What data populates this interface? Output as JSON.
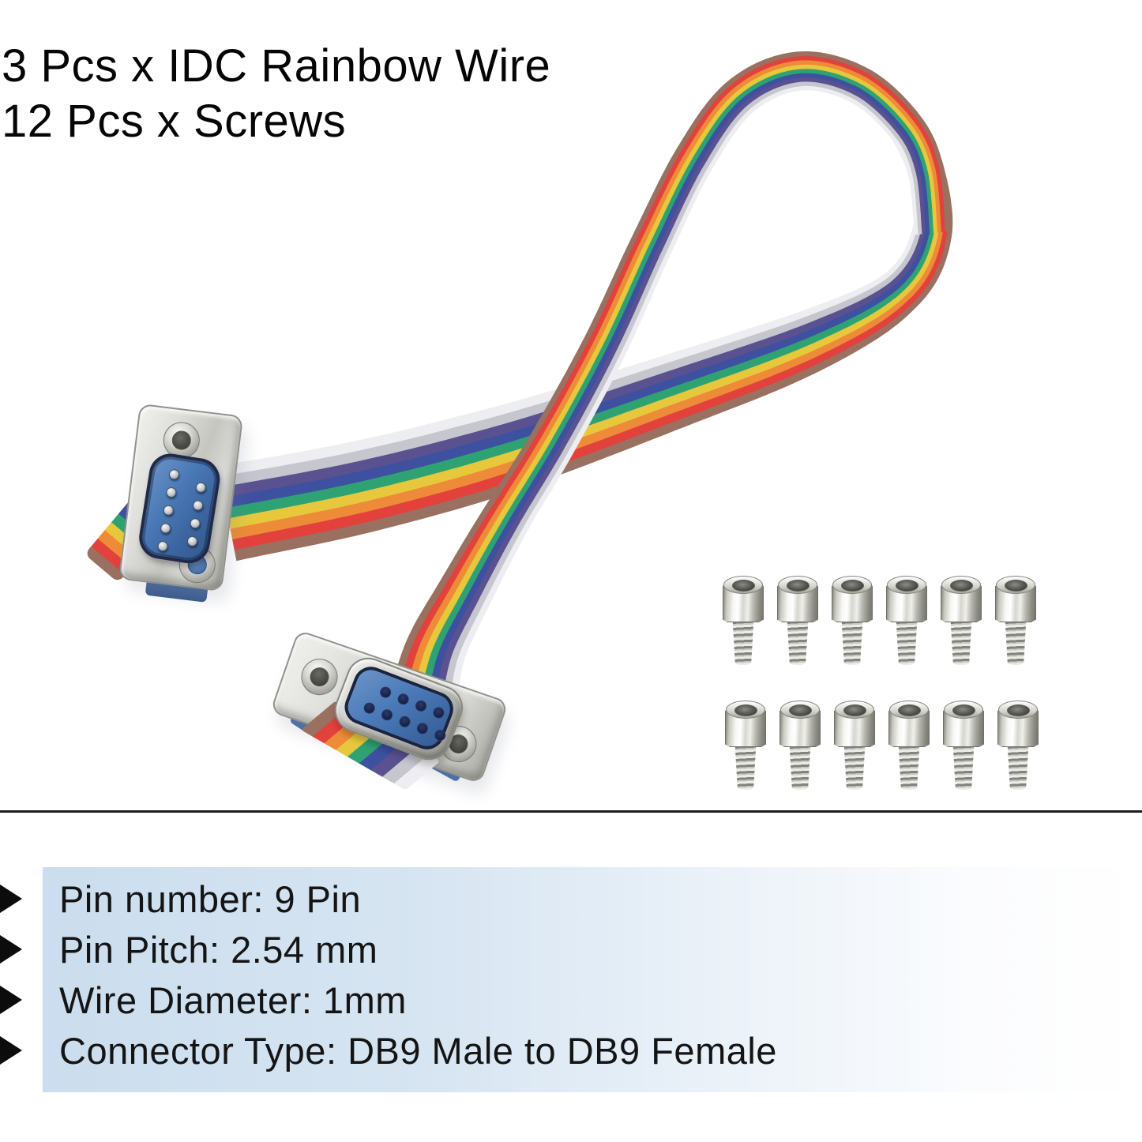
{
  "header": {
    "lines": [
      "3 Pcs x IDC Rainbow Wire",
      "12 Pcs x Screws"
    ]
  },
  "specs": {
    "items": [
      "Pin number: 9 Pin",
      "Pin Pitch: 2.54 mm",
      "Wire Diameter: 1mm",
      "Connector Type: DB9 Male to DB9 Female"
    ]
  },
  "hardware": {
    "screw_count": 12,
    "rows": 2,
    "per_row": 6
  },
  "ribbon": {
    "wire_count": 9,
    "stripe_colors": [
      "#eeeef2",
      "#c6c6cf",
      "#5a5190",
      "#3e50a0",
      "#2fa273",
      "#e7c83d",
      "#ee8b38",
      "#e2413c",
      "#9a7061"
    ]
  },
  "palette": {
    "spec_box_left": "#cbddee",
    "spec_box_right": "#ffffff",
    "separator": "#1b1b1b",
    "text": "#0d0d0d",
    "connector_metal": "#d6d6d2",
    "connector_face_blue": "#4a79b6"
  }
}
